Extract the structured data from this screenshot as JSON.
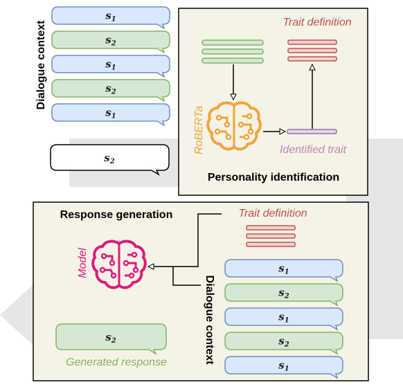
{
  "top_panel": {
    "side_label": "Dialogue context",
    "turns": [
      {
        "speaker": "s",
        "index": "1"
      },
      {
        "speaker": "s",
        "index": "2"
      },
      {
        "speaker": "s",
        "index": "1"
      },
      {
        "speaker": "s",
        "index": "2"
      },
      {
        "speaker": "s",
        "index": "1"
      }
    ],
    "target_turn": {
      "speaker": "s",
      "index": "2"
    },
    "trait_definition_label": "Trait definition",
    "model_label": "RoBERTa",
    "identified_trait_label": "Identified trait",
    "title": "Personality identification"
  },
  "bottom_panel": {
    "title": "Response generation",
    "trait_definition_label": "Trait definition",
    "model_label": "Model",
    "side_label": "Dialogue context",
    "turns": [
      {
        "speaker": "s",
        "index": "1"
      },
      {
        "speaker": "s",
        "index": "2"
      },
      {
        "speaker": "s",
        "index": "1"
      },
      {
        "speaker": "s",
        "index": "2"
      },
      {
        "speaker": "s",
        "index": "1"
      }
    ],
    "generated_turn": {
      "speaker": "s",
      "index": "2"
    },
    "generated_label": "Generated response"
  },
  "colors": {
    "panel_bg": "#f5f2e6",
    "blue_fill": "#dae8fc",
    "blue_stroke": "#6c8ebf",
    "green_fill": "#d5e8d4",
    "green_stroke": "#82b366",
    "red": "#b85450",
    "red_fill": "#f8cecc",
    "purple_label": "#c085b8",
    "roberta_orange": "#f0a43a",
    "model_magenta": "#e0197a",
    "generated_green": "#82b366",
    "watermark_gray": "#e6e6e6"
  },
  "icons": [
    "brain-circuit-icon"
  ]
}
